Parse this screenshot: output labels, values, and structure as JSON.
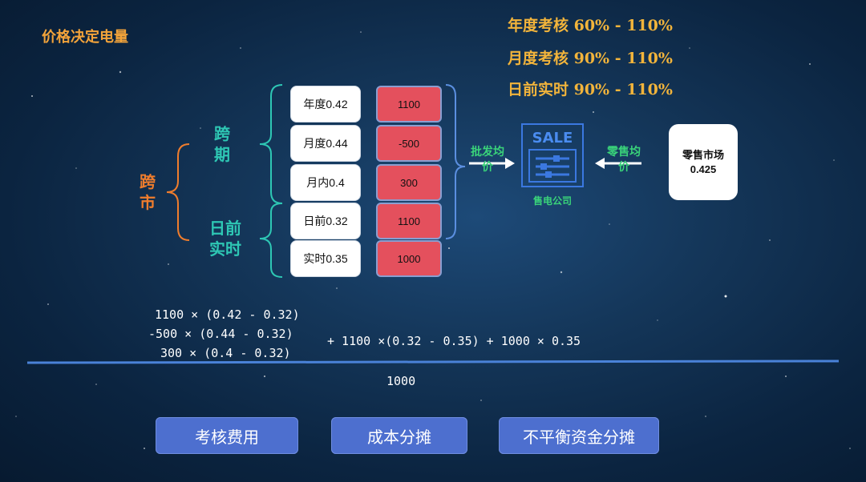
{
  "title": "价格决定电量",
  "ranges": [
    "年度考核 60% - 110%",
    "月度考核 90% - 110%",
    "日前实时 90% - 110%"
  ],
  "cross_market": "跨市",
  "cross_period": "跨期",
  "day_ahead_realtime": "日前实时",
  "contracts": [
    {
      "label": "年度0.42",
      "volume": "1100"
    },
    {
      "label": "月度0.44",
      "volume": "-500"
    },
    {
      "label": "月内0.4",
      "volume": "300"
    },
    {
      "label": "日前0.32",
      "volume": "1100"
    },
    {
      "label": "实时0.35",
      "volume": "1000"
    }
  ],
  "wholesale_label": "批发均价",
  "retail_label": "零售均价",
  "sale_logo": "SALE",
  "company_label": "售电公司",
  "retail_market": {
    "name": "零售市场",
    "price": "0.425"
  },
  "formula": {
    "line1": "1100 × (0.42 - 0.32)",
    "line2": "-500 × (0.44 - 0.32)",
    "line3": "300 × (0.4 - 0.32)",
    "tail": "+ 1100 ×(0.32 - 0.35) + 1000 × 0.35",
    "result": "1000"
  },
  "buttons": [
    "考核费用",
    "成本分摊",
    "不平衡资金分摊"
  ],
  "colors": {
    "accent_orange": "#f2a33a",
    "teal": "#2ec7b4",
    "red_box": "#e4505d",
    "button_blue": "#4d6fcf",
    "green_label": "#3ad47a"
  }
}
